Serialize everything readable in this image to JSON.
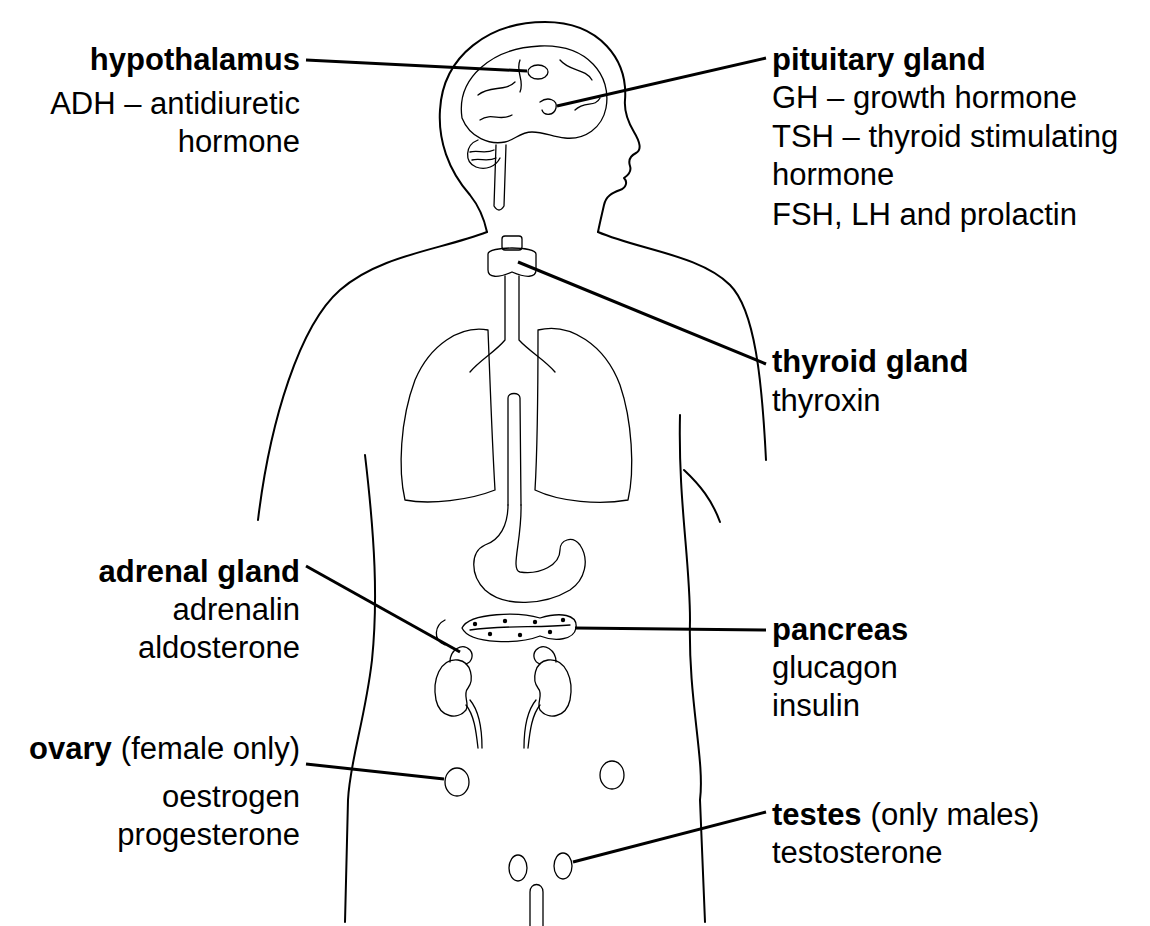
{
  "diagram": {
    "labels": [
      "hypothalamus",
      "ADH – antidiuretic hormone",
      "pituitary gland",
      "GH – growth hormone",
      "TSH – thyroid stimulating hormone",
      "FSH, LH and prolactin",
      "thyroid gland",
      "thyroxin",
      "adrenal gland",
      "adrenalin",
      "aldosterone",
      "pancreas",
      "glucagon",
      "insulin",
      "ovary",
      "(female only)",
      "oestrogen",
      "progesterone",
      "testes",
      "(only males)",
      "testosterone"
    ]
  }
}
